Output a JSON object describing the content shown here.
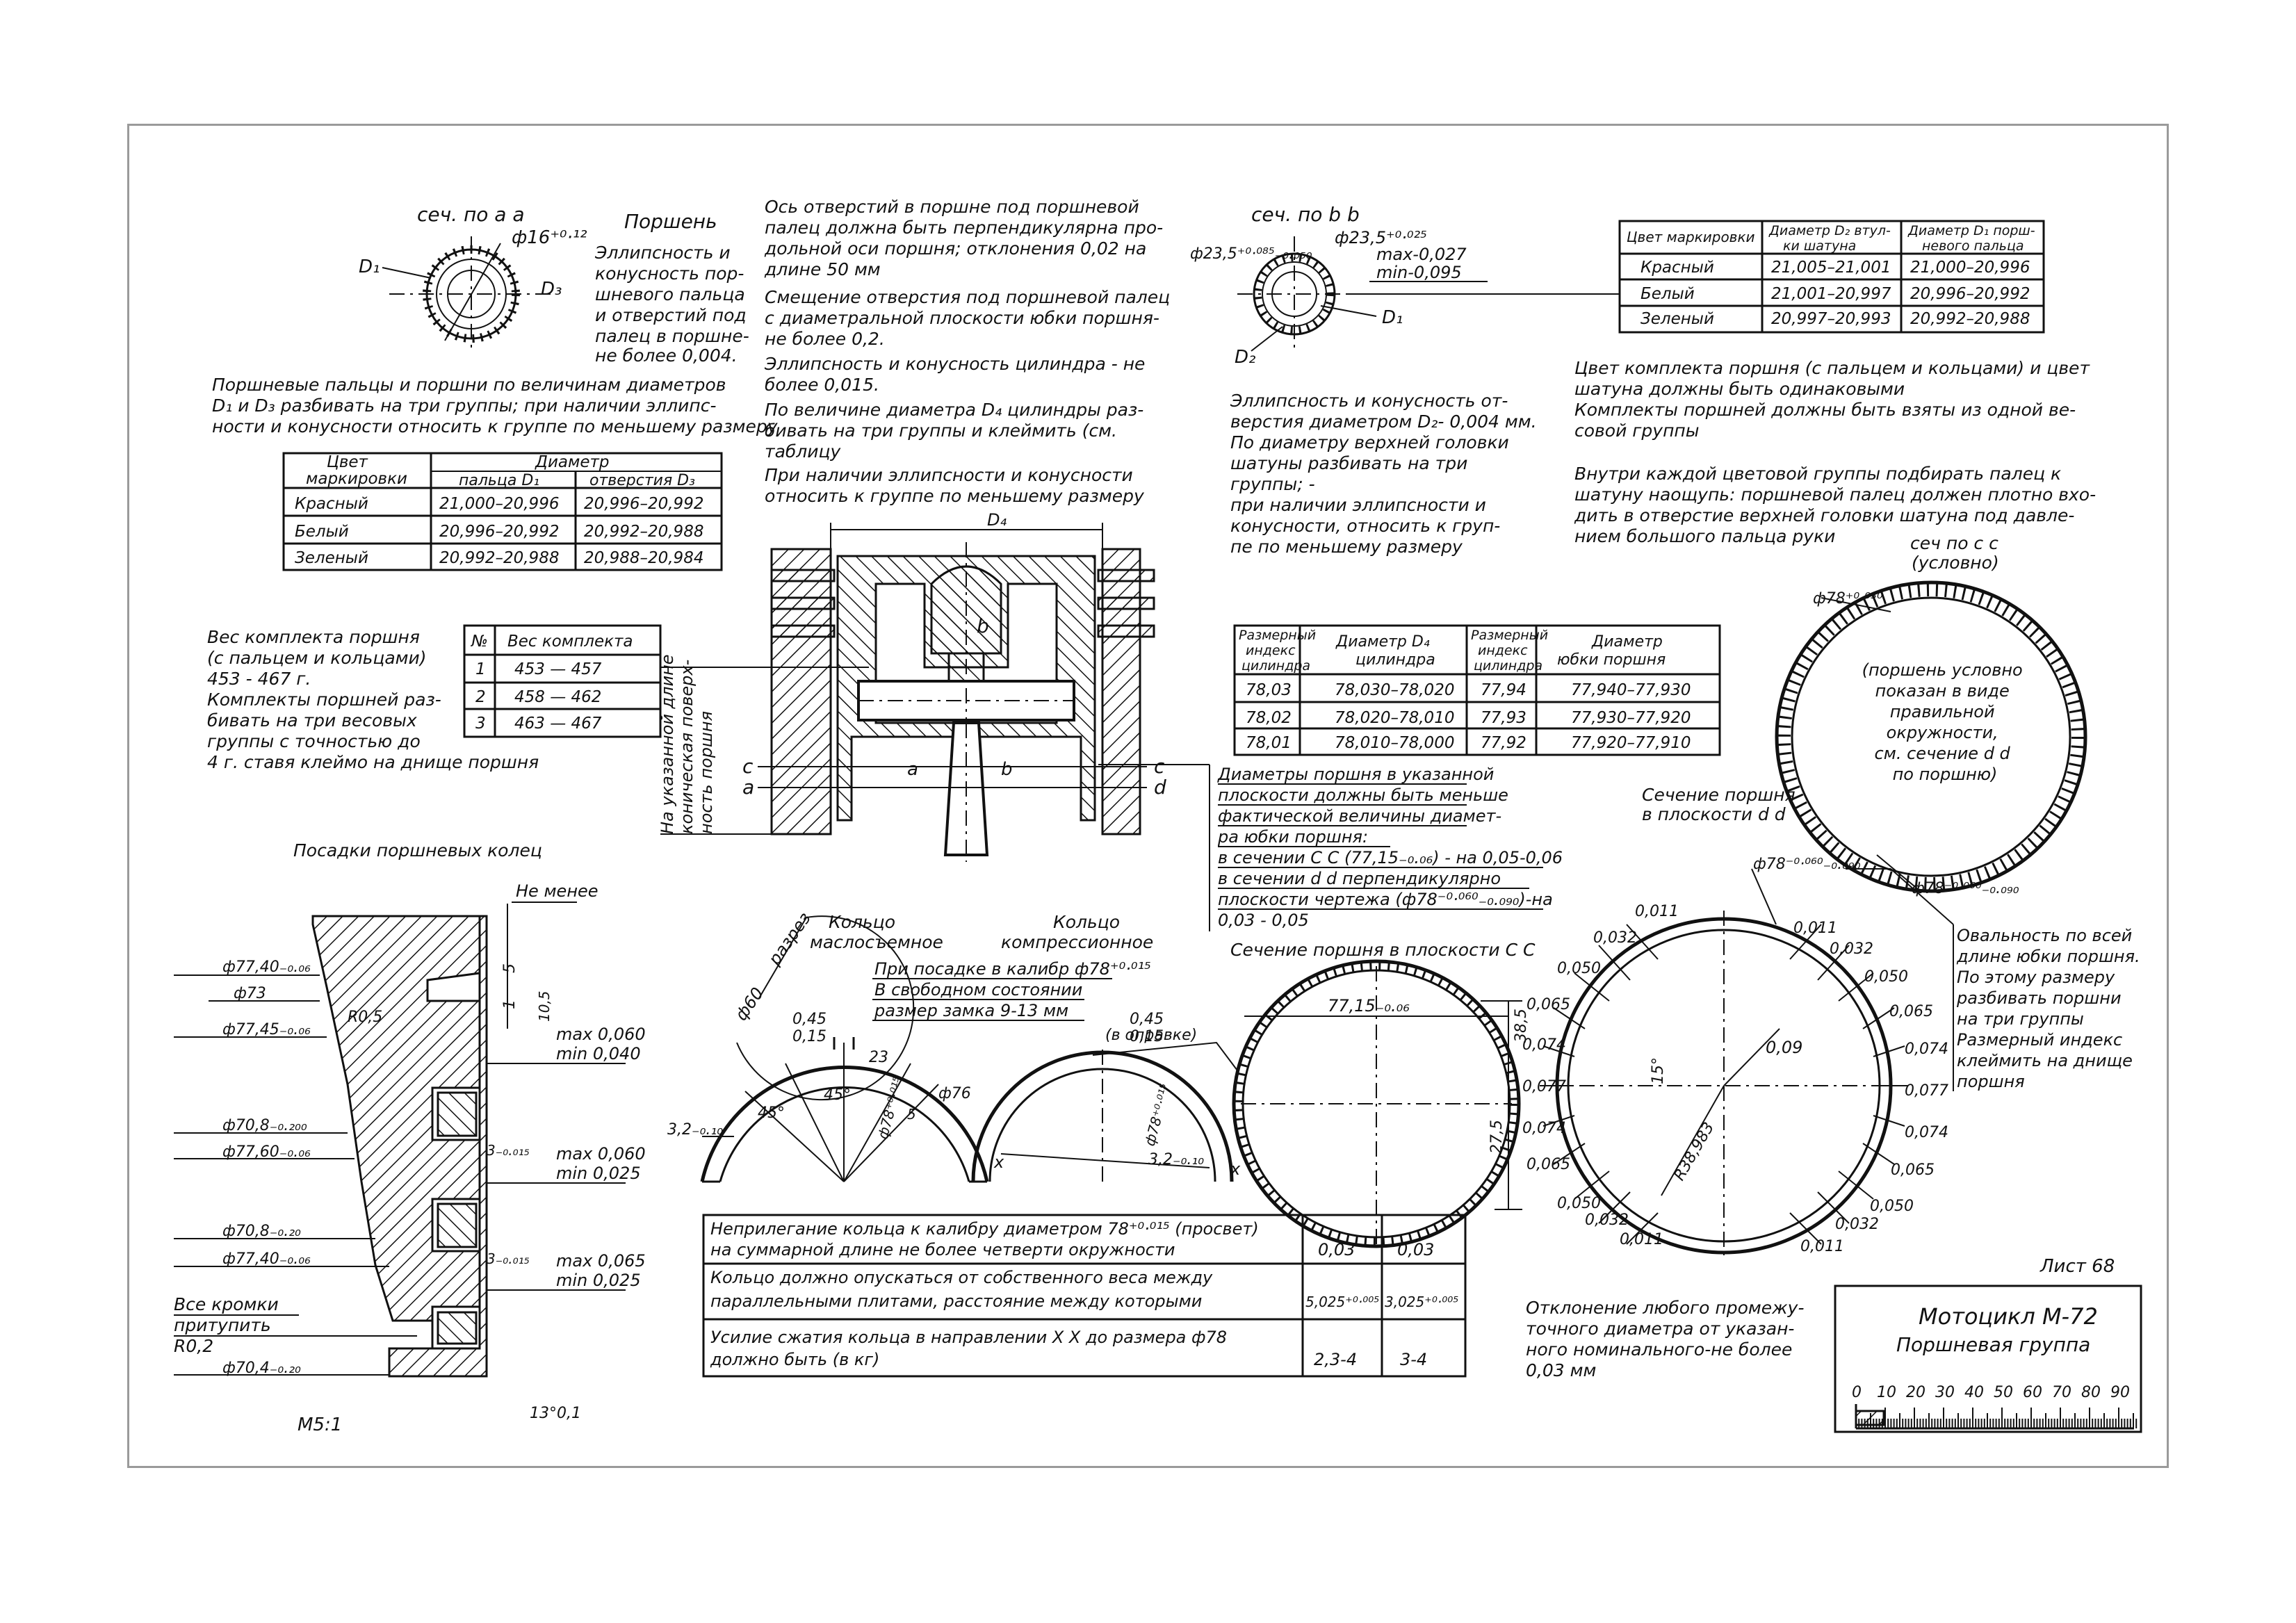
{
  "sheet_label": "Лист 68",
  "title_block": {
    "title": "Мотоцикл М-72",
    "subtitle": "Поршневая группа",
    "scale_labels": [
      "0",
      "10",
      "20",
      "30",
      "40",
      "50",
      "60",
      "70",
      "80",
      "90"
    ]
  },
  "section_aa": {
    "title": "сеч. по  a  a",
    "heading": "Поршень",
    "d1": "D₁",
    "d3": "D₃",
    "dim": "ф16⁺⁰·¹²",
    "note": [
      "Эллипсность и",
      "конусность пор-",
      "шневого пальца",
      "и отверстий под",
      "палец в поршне-",
      "не более 0,004."
    ]
  },
  "pins_note": [
    "Поршневые пальцы и поршни по величинам диаметров",
    "D₁ и D₃ разбивать на три группы; при наличии эллипс-",
    "ности и конусности относить к группе по меньшему размеру"
  ],
  "pin_table": {
    "h_color": [
      "Цвет",
      "маркировки"
    ],
    "h_diam": "Диаметр",
    "h_pin": "пальца D₁",
    "h_hole": "отверстия D₃",
    "rows": [
      [
        "Красный",
        "21,000–20,996",
        "20,996–20,992"
      ],
      [
        "Белый",
        "20,996–20,992",
        "20,992–20,988"
      ],
      [
        "Зеленый",
        "20,992–20,988",
        "20,988–20,984"
      ]
    ]
  },
  "weight_note": [
    "Вес комплекта поршня",
    "(с пальцем и кольцами)",
    "453 - 467 г.",
    "Комплекты поршней раз-",
    "бивать на три весовых",
    "группы с точностью до",
    "4 г. ставя клеймо на днище поршня"
  ],
  "weight_table": {
    "h_no": "№",
    "h_w": "Вес комплекта",
    "rows": [
      [
        "1",
        "453  —  457"
      ],
      [
        "2",
        "458  —  462"
      ],
      [
        "3",
        "463  —  467"
      ]
    ]
  },
  "axis_note": [
    "Ось отверстий в поршне под поршневой",
    "палец должна быть перпендикулярна про-",
    "дольной оси поршня; отклонения 0,02 на",
    "длине 50 мм",
    "Смещение отверстия под поршневой палец",
    "с диаметральной плоскости юбки поршня-",
    "не более 0,2.",
    "Эллипсность и конусность цилиндра - не",
    "более 0,015.",
    "По величине диаметра D₄ цилиндры раз-",
    "бивать на три группы и клеймить  (см.",
    "таблицу",
    "При наличии эллипсности и конусности",
    "относить к группе по меньшему размеру"
  ],
  "piston_drawing": {
    "d4": "D₄",
    "b": "b",
    "a": "a",
    "c": "c",
    "d": "d",
    "vertical_note": [
      "На указанной длине",
      "коническая поверх-",
      "ность поршня"
    ]
  },
  "section_bb": {
    "title": "сеч. по  b b",
    "dim_a": "ф23,5⁺⁰·⁰²⁵",
    "dim_b": "ф23,5⁺⁰·⁰⁸⁵₋₀.₀₅₀",
    "max": "max-0,027",
    "min": "min-0,095",
    "d1": "D₁",
    "d2": "D₂"
  },
  "rod_note": [
    "Эллипсность и конусность от-",
    "верстия диаметром D₂- 0,004 мм.",
    "По диаметру верхней головки",
    "шатуны разбивать на три",
    "группы;                 -",
    "при наличии эллипсности и",
    "конусности, относить к груп-",
    "пе по меньшему размеру"
  ],
  "rod_table": {
    "h_color": "Цвет маркировки",
    "h_d2": [
      "Диаметр D₂ втул-",
      "ки шатуна"
    ],
    "h_d1": [
      "Диаметр D₁ порш-",
      "невого пальца"
    ],
    "rows": [
      [
        "Красный",
        "21,005–21,001",
        "21,000–20,996"
      ],
      [
        "Белый",
        "21,001–20,997",
        "20,996–20,992"
      ],
      [
        "Зеленый",
        "20,997–20,993",
        "20,992–20,988"
      ]
    ]
  },
  "color_note": [
    "Цвет комплекта поршня (с пальцем и кольцами) и цвет",
    "шатуна должны быть одинаковыми",
    "Комплекты поршней должны быть взяты из одной ве-",
    "совой группы"
  ],
  "fit_note": [
    "Внутри каждой цветовой группы подбирать палец к",
    "шатуну наощупь: поршневой палец должен плотно вхо-",
    "дить в отверстие верхней головки шатуна под давле-",
    "нием большого пальца руки"
  ],
  "size_table": {
    "h1": [
      "Размерный",
      "индекс",
      "цилиндра"
    ],
    "h2": [
      "Диаметр D₄",
      "цилиндра"
    ],
    "h3": [
      "Размерный",
      "индекс",
      "цилиндра"
    ],
    "h4": [
      "Диаметр",
      "юбки поршня"
    ],
    "rows": [
      [
        "78,03",
        "78,030–78,020",
        "77,94",
        "77,940–77,930"
      ],
      [
        "78,02",
        "78,020–78,010",
        "77,93",
        "77,930–77,920"
      ],
      [
        "78,01",
        "78,010–78,000",
        "77,92",
        "77,920–77,910"
      ]
    ]
  },
  "skirt_note": [
    "Диаметры поршня в указанной",
    "плоскости должны быть меньше",
    "фактической величины диамет-",
    "ра юбки поршня:",
    "в сечении  С С (77,15₋₀.₀₆) - на 0,05-0,06",
    "в сечении  d d перпендикулярно",
    "плоскости чертежа (ф78⁻⁰·⁰⁶⁰₋₀.₀₉₀)-на",
    "0,03 - 0,05"
  ],
  "section_cc": {
    "title": [
      "сеч по с с",
      "(условно)"
    ],
    "dim_top": "ф78⁺⁰·⁰³⁰",
    "dim_bot": "ф78⁻⁰·⁰⁶⁰₋₀.₀₉₀",
    "note": [
      "(поршень условно",
      "показан в виде",
      "правильной",
      "окружности,",
      "см. сечение d d",
      "по поршню)"
    ]
  },
  "section_dd": {
    "title": [
      "Сечение поршня",
      "в плоскости d d"
    ],
    "dim": "ф78⁻⁰·⁰⁶⁰₋₀.₀₉₀",
    "center_val": "0,09",
    "radius": "R38,983",
    "fifteen": "15°",
    "values_left": [
      "0,011",
      "0,032",
      "0,050",
      "0,065",
      "0,074",
      "0,077",
      "0,074",
      "0,065",
      "0,050",
      "0,032",
      "0,011"
    ],
    "values_right": [
      "0,011",
      "0,032",
      "0,050",
      "0,065",
      "0,074",
      "0,077",
      "0,074",
      "0,065",
      "0,050",
      "0,032",
      "0,011"
    ]
  },
  "oval_note": [
    "Овальность по всей",
    "длине юбки поршня.",
    "По этому размеру",
    "разбивать поршни",
    "на три группы",
    "Размерный индекс",
    "клеймить на днище",
    "поршня"
  ],
  "section_cc_piston": {
    "title": "Сечение поршня в плоскости С С",
    "dim_w": "77,15₋₀.₀₆",
    "dim_h": "38,5",
    "dim_h2": "27,5"
  },
  "rings": {
    "title": "Посадки поршневых колец",
    "not_less": "Не менее",
    "scale": "М5:1",
    "edges_note": [
      "Все кромки",
      "притупить",
      "R0,2"
    ],
    "left_dims": [
      "ф77,40₋₀.₀₆",
      "ф73",
      "ф77,45₋₀.₀₆",
      "ф70,8₋₀.₂₀₀",
      "ф77,60₋₀.₀₆",
      "ф70,8₋₀.₂₀",
      "ф77,40₋₀.₀₆",
      "ф70,4₋₀.₂₀"
    ],
    "gaps": [
      [
        "max 0,060",
        "min 0,040"
      ],
      [
        "max 0,060",
        "min 0,025"
      ],
      [
        "max 0,065",
        "min 0,025"
      ]
    ],
    "r05": "R0,5",
    "dim5": "5",
    "dim1": "1",
    "dim10": "10,5",
    "dim3": "3₋₀.₀₁₅",
    "dim13": "13°0,1",
    "oil_ring": [
      "Кольцо",
      "маслосъемное"
    ],
    "comp_ring": [
      "Кольцо",
      "компрессионное"
    ],
    "ring_notes": [
      "При посадке в калибр ф78⁺⁰·⁰¹⁵",
      "В свободном состоянии",
      "размер замка 9-13 мм"
    ],
    "ring_dims": {
      "d045a": "0,45",
      "d015a": "0,15",
      "d045b": "0,45",
      "d015b": "0,15",
      "d23": "23",
      "d45a": "45°",
      "d45b": "45°",
      "d5": "5",
      "d76": "ф76",
      "d78": "ф78⁺⁰·⁰¹⁵",
      "d78b": "ф78⁺⁰·⁰¹⁵",
      "d32a": "3,2₋₀.₁₀",
      "d32b": "3,2₋₀.₁₀",
      "x": "x",
      "in_mandrel": "(в оправке)",
      "r60": "ф60",
      "cut": "разрез"
    }
  },
  "ring_table": {
    "rows": [
      {
        "text": [
          "Неприлегание кольца к калибру диаметром 78⁺⁰·⁰¹⁵ (просвет)",
          "на суммарной длине не более четверти окружности"
        ],
        "v1": "0,03",
        "v2": "0,03"
      },
      {
        "text": [
          "Кольцо должно опускаться от собственного веса между",
          "параллельными плитами, расстояние между которыми"
        ],
        "v1": "5,025⁺⁰·⁰⁰⁵",
        "v2": "3,025⁺⁰·⁰⁰⁵"
      },
      {
        "text": [
          "Усилие сжатия кольца в направлении Х Х до размера ф78",
          "должно быть (в кг)"
        ],
        "v1": "2,3-4",
        "v2": "3-4"
      }
    ]
  },
  "deviation_note": [
    "Отклонение любого промежу-",
    "точного диаметра от указан-",
    "ного номинального-не более",
    "0,03 мм"
  ]
}
